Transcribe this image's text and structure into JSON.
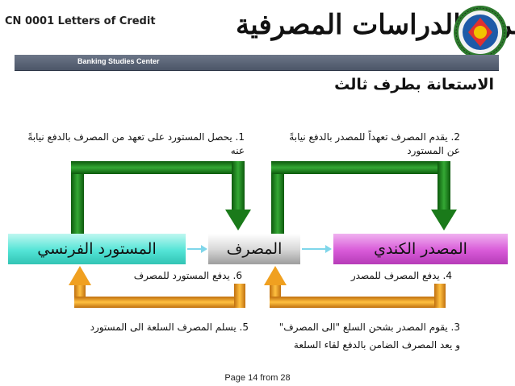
{
  "header": {
    "course_code": "CN 0001  Letters of Credit",
    "center_name_ar": "مركز الدراسات المصرفية",
    "banner_text": "Banking Studies Center"
  },
  "slide": {
    "title": "الاستعانة بطرف ثالث",
    "steps": {
      "step1_line1": "1. يحصل المستورد على تعهد من المصرف بالدفع نيابةً",
      "step1_line2": "عنه",
      "step2_line1": "2. يقدم المصرف تعهداً للمصدر بالدفع نيابةً",
      "step2_line2": "عن المستورد",
      "step3_line1": "3. يقوم المصدر بشحن السلع \"الى المصرف\"",
      "step3_line2": "و يعد المصرف الضامن بالدفع لقاء السلعة",
      "step4": "4. يدفع المصرف للمصدر",
      "step5": "5. يسلم المصرف السلعة الى المستورد",
      "step6": "6. يدفع المستورد للمصرف"
    },
    "boxes": {
      "importer": "المستورد الفرنسي",
      "bank": "المصرف",
      "exporter": "المصدر الكندي"
    }
  },
  "footer": {
    "page": "Page 14  from 28"
  },
  "colors": {
    "green_arrow": "#1f8a1f",
    "orange_arrow": "#f0a020",
    "importer_box": "#53e4d6",
    "bank_box": "#d9d9d9",
    "exporter_box": "#d85ad8"
  }
}
